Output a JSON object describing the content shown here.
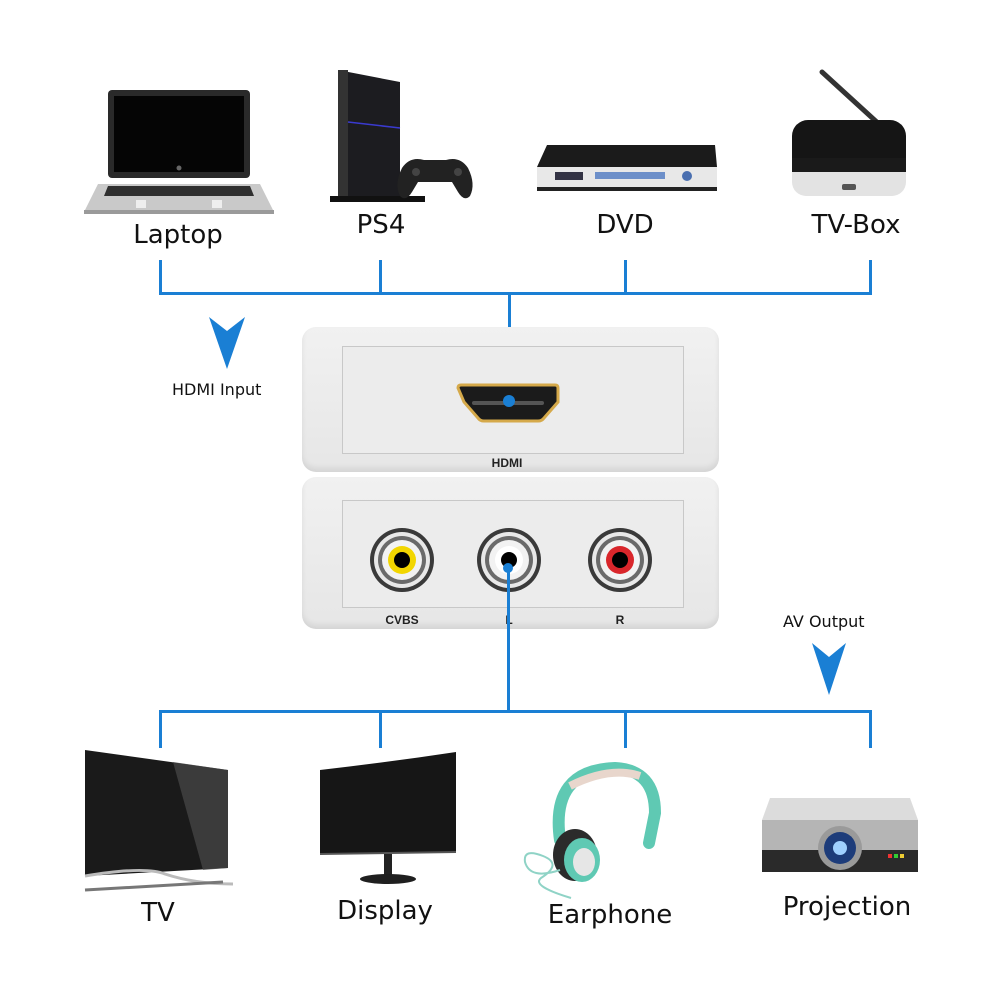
{
  "diagram": {
    "line_color": "#1a7fd4",
    "input_devices": [
      {
        "label": "Laptop",
        "icon": "laptop-icon"
      },
      {
        "label": "PS4",
        "icon": "ps4-console-icon"
      },
      {
        "label": "DVD",
        "icon": "dvd-player-icon"
      },
      {
        "label": "TV-Box",
        "icon": "tv-box-icon"
      }
    ],
    "input_label": "HDMI Input",
    "converter": {
      "hdmi_port_label": "HDMI",
      "av_ports": [
        {
          "label": "CVBS",
          "color": "#f2d600"
        },
        {
          "label": "L",
          "color": "#ffffff"
        },
        {
          "label": "R",
          "color": "#d9262b"
        }
      ]
    },
    "output_label": "AV Output",
    "output_devices": [
      {
        "label": "TV",
        "icon": "tv-icon"
      },
      {
        "label": "Display",
        "icon": "monitor-icon"
      },
      {
        "label": "Earphone",
        "icon": "headphones-icon"
      },
      {
        "label": "Projection",
        "icon": "projector-icon"
      }
    ]
  }
}
